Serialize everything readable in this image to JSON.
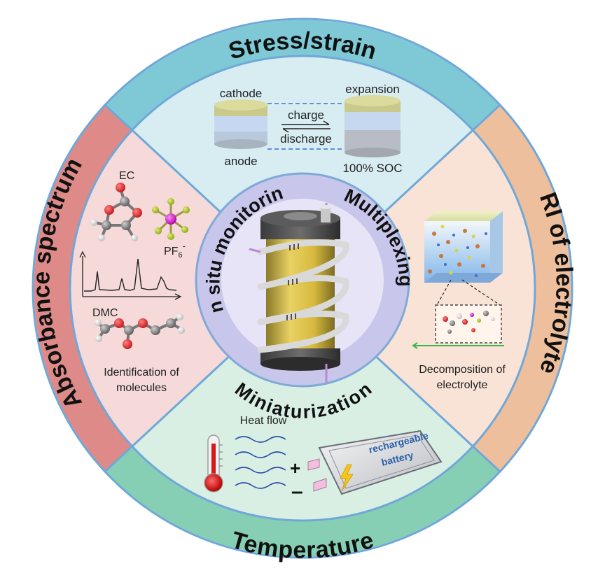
{
  "ring": {
    "top": "Stress/strain",
    "bottom": "Temperature",
    "left": "Absorbance spectrum",
    "right": "RI of electrolyte"
  },
  "center": {
    "top_left": "In situ monitoring",
    "top_right": "Multiplexing",
    "bottom": "Miniaturization"
  },
  "stress": {
    "cathode": "cathode",
    "anode": "anode",
    "charge": "charge",
    "discharge": "discharge",
    "expansion": "expansion",
    "soc": "100% SOC"
  },
  "absorbance": {
    "ec": "EC",
    "pf6_base": "PF",
    "pf6_sub": "6",
    "pf6_sup": "-",
    "dmc": "DMC",
    "caption_line1": "Identification of",
    "caption_line2": "molecules"
  },
  "ri": {
    "caption_line1": "Decomposition of",
    "caption_line2": "electrolyte"
  },
  "temperature": {
    "heat_flow": "Heat flow",
    "plus": "+",
    "minus": "–",
    "battery_line1": "rechargeable",
    "battery_line2": "battery"
  },
  "colors": {
    "top_band": "#7fc9d6",
    "bottom_band": "#86cfb4",
    "left_band": "#dd8a88",
    "right_band": "#eebf9c",
    "top_fill": "#d8edf2",
    "bottom_fill": "#d9efe4",
    "left_fill": "#f5dad9",
    "right_fill": "#f8e3d6",
    "center_ring": "#c8c6ea",
    "center_fill": "#e6e4f6"
  }
}
